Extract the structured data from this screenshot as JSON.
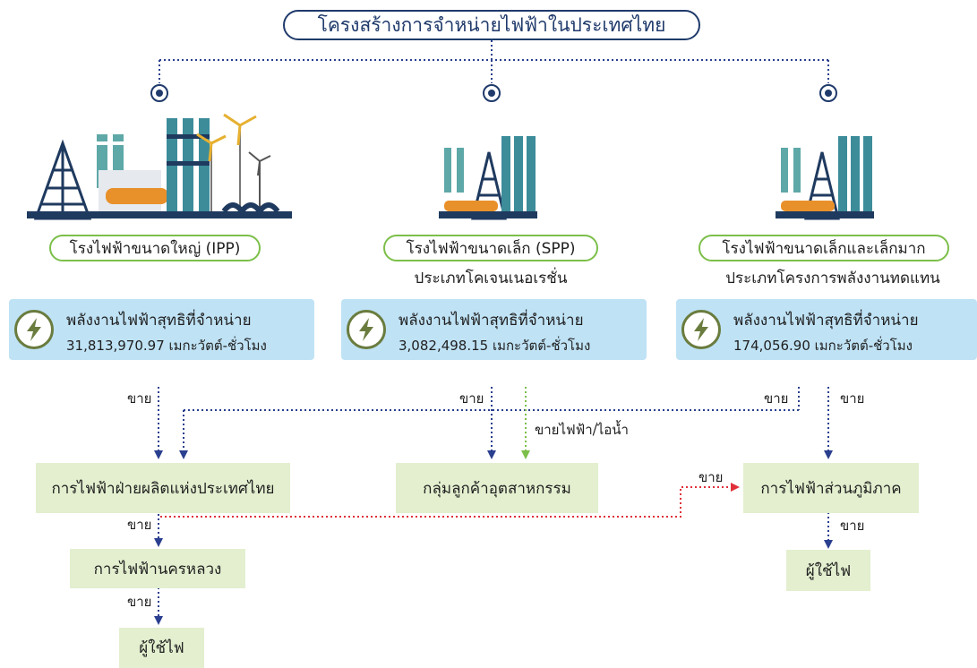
{
  "title": "โครงสร้างการจำหน่ายไฟฟ้าในประเทศไทย",
  "plants": [
    {
      "name": "โรงไฟฟ้าขนาดใหญ่ (IPP)",
      "subtitle": "",
      "energy_label": "พลังงานไฟฟ้าสุทธิที่จำหน่าย",
      "energy_value": "31,813,970.97 เมกะวัตต์-ชั่วโมง",
      "icon": "lightning-icon"
    },
    {
      "name": "โรงไฟฟ้าขนาดเล็ก (SPP)",
      "subtitle": "ประเภทโคเจนเนอเรชั่น",
      "energy_label": "พลังงานไฟฟ้าสุทธิที่จำหน่าย",
      "energy_value": "3,082,498.15 เมกะวัตต์-ชั่วโมง",
      "icon": "lightning-icon"
    },
    {
      "name": "โรงไฟฟ้าขนาดเล็กและเล็กมาก",
      "subtitle": "ประเภทโครงการพลังงานทดแทน",
      "energy_label": "พลังงานไฟฟ้าสุทธิที่จำหน่าย",
      "energy_value": "174,056.90 เมกะวัตต์-ชั่วโมง",
      "icon": "lightning-icon"
    }
  ],
  "nodes": {
    "egat": "การไฟฟ้าฝ่ายผลิตแห่งประเทศไทย",
    "industrial": "กลุ่มลูกค้าอุตสาหกรรม",
    "pea": "การไฟฟ้าส่วนภูมิภาค",
    "mea": "การไฟฟ้านครหลวง",
    "user_left": "ผู้ใช้ไฟ",
    "user_right": "ผู้ใช้ไฟ"
  },
  "edge_labels": {
    "sell": "ขาย",
    "sell_power_steam": "ขายไฟฟ้า/ไอน้ำ"
  },
  "colors": {
    "navy": "#1f3a6b",
    "green": "#7cbf4a",
    "red": "#e0303a",
    "energy_box": "#bfe2f5",
    "node_box": "#e3efcf"
  }
}
